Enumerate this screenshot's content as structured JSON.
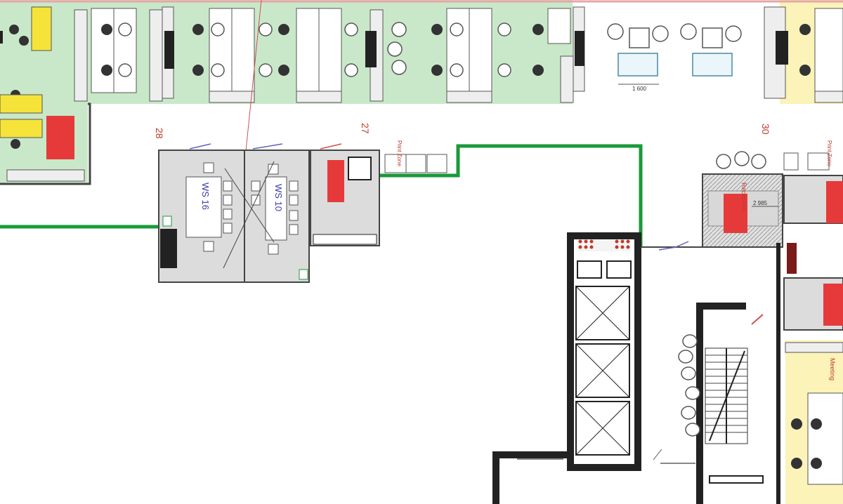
{
  "zone_labels": [
    "28",
    "27",
    "30"
  ],
  "room_labels": [
    "WS 16",
    "WS 10"
  ],
  "dimension_labels": [
    "1 600",
    "2 985"
  ],
  "small_labels": [
    "Print Zone",
    "Print Zone",
    "Reception",
    "Meeting"
  ],
  "colors": {
    "open_office_green": "#c9e8c9",
    "yellow_zone": "#fbf3b8",
    "meeting_grey": "#dcdcdc",
    "green_route": "#1a9a3a",
    "red_block": "#e63a3a",
    "wall_black": "#1a1a1a",
    "zone_label_red": "#c0392b",
    "ws_label_blue": "#3a3aa8"
  }
}
